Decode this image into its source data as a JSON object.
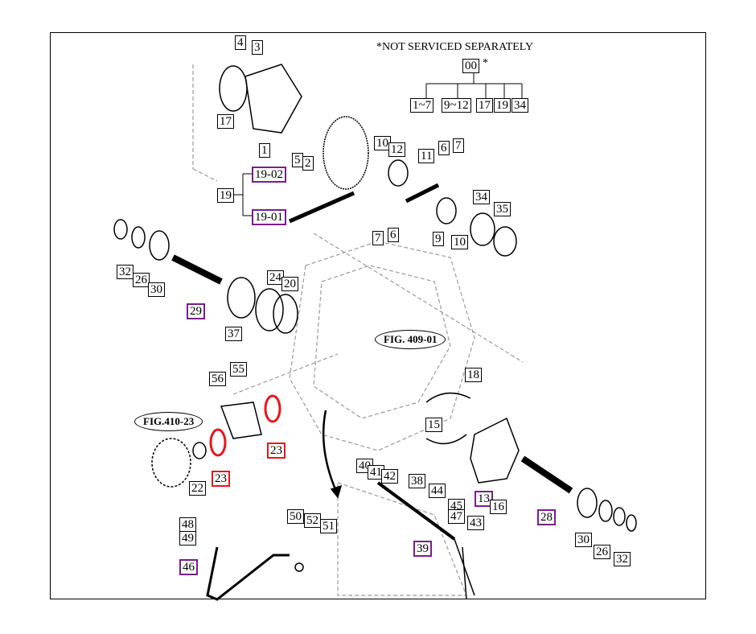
{
  "note": "*NOT SERVICED SEPARATELY",
  "assembly": {
    "label": "00",
    "suffix": "*",
    "children": [
      "1~7",
      "9~12",
      "17",
      "19",
      "34"
    ]
  },
  "figure_refs": [
    "FIG. 409-01",
    "FIG.410-23"
  ],
  "colors": {
    "outline": "#000000",
    "highlight_purple": "#7a1d8c",
    "highlight_red": "#e8141b",
    "drawing_gray": "#9a9a9a"
  },
  "callouts": [
    {
      "text": "4",
      "style": "black"
    },
    {
      "text": "3",
      "style": "black"
    },
    {
      "text": "17",
      "style": "black"
    },
    {
      "text": "1",
      "style": "black"
    },
    {
      "text": "5",
      "style": "black"
    },
    {
      "text": "2",
      "style": "black"
    },
    {
      "text": "19-02",
      "style": "purple"
    },
    {
      "text": "19",
      "style": "black"
    },
    {
      "text": "19-01",
      "style": "purple"
    },
    {
      "text": "10",
      "style": "black"
    },
    {
      "text": "12",
      "style": "black"
    },
    {
      "text": "11",
      "style": "black"
    },
    {
      "text": "6",
      "style": "black"
    },
    {
      "text": "7",
      "style": "black"
    },
    {
      "text": "7",
      "style": "black"
    },
    {
      "text": "6",
      "style": "black"
    },
    {
      "text": "9",
      "style": "black"
    },
    {
      "text": "10",
      "style": "black"
    },
    {
      "text": "34",
      "style": "black"
    },
    {
      "text": "35",
      "style": "black"
    },
    {
      "text": "32",
      "style": "black"
    },
    {
      "text": "26",
      "style": "black"
    },
    {
      "text": "30",
      "style": "black"
    },
    {
      "text": "29",
      "style": "purple"
    },
    {
      "text": "24",
      "style": "black"
    },
    {
      "text": "20",
      "style": "black"
    },
    {
      "text": "37",
      "style": "black"
    },
    {
      "text": "56",
      "style": "black"
    },
    {
      "text": "55",
      "style": "black"
    },
    {
      "text": "18",
      "style": "black"
    },
    {
      "text": "15",
      "style": "black"
    },
    {
      "text": "23",
      "style": "red"
    },
    {
      "text": "23",
      "style": "red"
    },
    {
      "text": "22",
      "style": "black"
    },
    {
      "text": "40",
      "style": "black"
    },
    {
      "text": "41",
      "style": "black"
    },
    {
      "text": "42",
      "style": "black"
    },
    {
      "text": "38",
      "style": "black"
    },
    {
      "text": "44",
      "style": "black"
    },
    {
      "text": "45",
      "style": "black"
    },
    {
      "text": "47",
      "style": "black"
    },
    {
      "text": "43",
      "style": "black"
    },
    {
      "text": "13",
      "style": "purple"
    },
    {
      "text": "16",
      "style": "black"
    },
    {
      "text": "28",
      "style": "purple"
    },
    {
      "text": "30",
      "style": "black"
    },
    {
      "text": "26",
      "style": "black"
    },
    {
      "text": "32",
      "style": "black"
    },
    {
      "text": "48",
      "style": "black"
    },
    {
      "text": "49",
      "style": "black"
    },
    {
      "text": "46",
      "style": "purple"
    },
    {
      "text": "50",
      "style": "black"
    },
    {
      "text": "52",
      "style": "black"
    },
    {
      "text": "51",
      "style": "black"
    },
    {
      "text": "39",
      "style": "purple"
    }
  ]
}
